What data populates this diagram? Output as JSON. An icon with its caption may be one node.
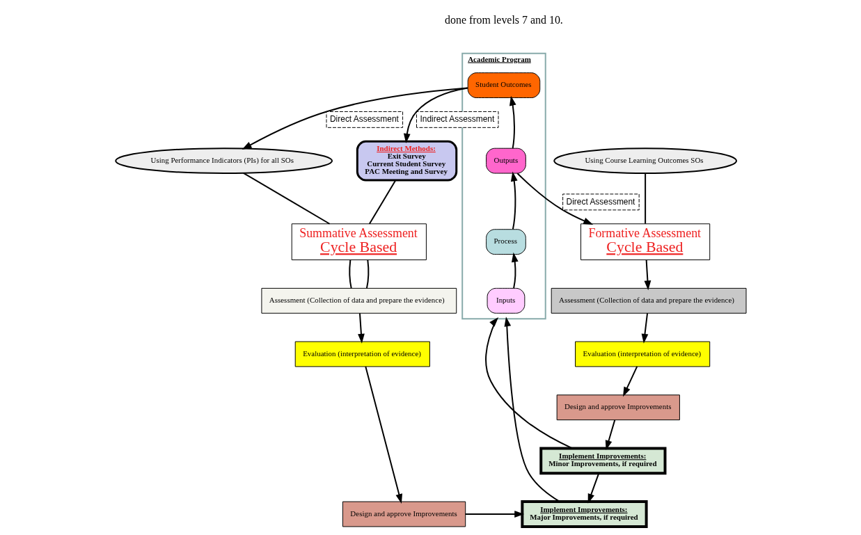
{
  "diagram": {
    "nodes": [
      {
        "text": [
          "Academic Program"
        ]
      },
      {
        "text": [
          "Student Outcomes"
        ],
        "in": 0
      },
      {
        "text": [
          "Outputs"
        ],
        "in": 0
      },
      {
        "text": [
          "Process"
        ],
        "in": 0
      },
      {
        "text": [
          "Inputs"
        ],
        "in": 0
      },
      {
        "text": [
          "Using Performance Indicators (PIs) for all SOs"
        ]
      },
      {
        "text": [
          "Using Course Learning Outcomes SOs"
        ]
      },
      {
        "text": [
          "Indirect Methods:",
          "Exit Survey",
          "Current Student Survey",
          "PAC Meeting and Survey"
        ]
      },
      {
        "text": [
          "Summative Assessment",
          "Cycle Based"
        ]
      },
      {
        "text": [
          "Formative Assessment",
          "Cycle Based"
        ]
      },
      {
        "text": [
          "Assessment (Collection of data and prepare the evidence)"
        ]
      },
      {
        "text": [
          "Evaluation (interpretation of evidence)"
        ]
      },
      {
        "text": [
          "Design and approve Improvements"
        ]
      },
      {
        "text": [
          "Implement Improvements:",
          "Minor Improvements, if required"
        ]
      },
      {
        "text": [
          "Assessment (Collection of data and prepare the evidence)"
        ]
      },
      {
        "text": [
          "Evaluation (interpretation of evidence)"
        ]
      },
      {
        "text": [
          "Design and approve Improvements"
        ]
      },
      {
        "text": [
          "Implement Improvements:",
          "Major Improvements, if required"
        ]
      }
    ],
    "edges": [
      {
        "from": 1,
        "to": 7,
        "arrow": "to",
        "label": "Indirect Assessment"
      },
      {
        "from": 1,
        "to": 5,
        "arrow": "to",
        "label": "Direct Assessment"
      },
      {
        "from": 2,
        "to": 9,
        "arrow": "to",
        "label": "Direct Assessment"
      },
      {
        "from": 4,
        "to": 3,
        "arrow": "to"
      },
      {
        "from": 3,
        "to": 2,
        "arrow": "to"
      },
      {
        "from": 2,
        "to": 1,
        "arrow": "to"
      },
      {
        "from": 5,
        "to": 8,
        "arrow": "none"
      },
      {
        "from": 7,
        "to": 8,
        "arrow": "none"
      },
      {
        "from": 6,
        "to": 9,
        "arrow": "none"
      },
      {
        "from": 9,
        "to": 10,
        "arrow": "to"
      },
      {
        "from": 8,
        "to": 14,
        "arrow": "none"
      },
      {
        "from": 8,
        "to": 14,
        "arrow": "none"
      },
      {
        "from": 10,
        "to": 11,
        "arrow": "to"
      },
      {
        "from": 11,
        "to": 12,
        "arrow": "to"
      },
      {
        "from": 12,
        "to": 13,
        "arrow": "to"
      },
      {
        "from": 13,
        "to": 0,
        "arrow": "to"
      },
      {
        "from": 13,
        "to": 17,
        "arrow": "to"
      },
      {
        "from": 14,
        "to": 15,
        "arrow": "to"
      },
      {
        "from": 15,
        "to": 16,
        "arrow": "to"
      },
      {
        "from": 16,
        "to": 17,
        "arrow": "to"
      },
      {
        "from": 17,
        "to": 0,
        "arrow": "to"
      }
    ],
    "labels": [
      "done from levels 7 and 10."
    ]
  }
}
